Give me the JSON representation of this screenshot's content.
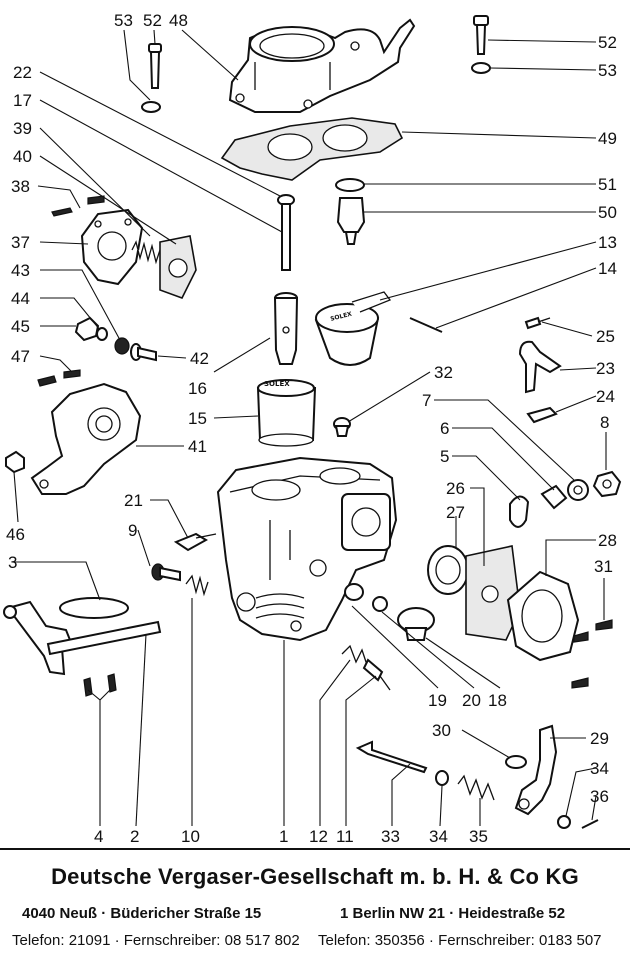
{
  "labels": {
    "l53a": "53",
    "l52a": "52",
    "l48": "48",
    "l52b": "52",
    "l53b": "53",
    "l22": "22",
    "l17": "17",
    "l39": "39",
    "l40": "40",
    "l49": "49",
    "l38": "38",
    "l51": "51",
    "l50": "50",
    "l37": "37",
    "l13": "13",
    "l43": "43",
    "l14": "14",
    "l44": "44",
    "l45": "45",
    "l25": "25",
    "l47": "47",
    "l42": "42",
    "l23": "23",
    "l16": "16",
    "l32": "32",
    "l24": "24",
    "l7": "7",
    "l15": "15",
    "l8": "8",
    "l6": "6",
    "l41": "41",
    "l5": "5",
    "l46": "46",
    "l26": "26",
    "l27": "27",
    "l21": "21",
    "l9": "9",
    "l28": "28",
    "l3": "3",
    "l31": "31",
    "l19": "19",
    "l20": "20",
    "l18": "18",
    "l30": "30",
    "l29": "29",
    "l34a": "34",
    "l36": "36",
    "l4": "4",
    "l2": "2",
    "l10": "10",
    "l1": "1",
    "l12": "12",
    "l11": "11",
    "l33": "33",
    "l34b": "34",
    "l35": "35"
  },
  "stamp": "SOLEX",
  "footer": {
    "company": "Deutsche Vergaser-Gesellschaft m. b. H. & Co KG",
    "address_left": "4040 Neuß · Büdericher Straße 15",
    "address_right": "1 Berlin NW 21 · Heidestraße 52",
    "phone_left": "Telefon: 21091 · Fernschreiber: 08 517 802",
    "phone_right": "Telefon: 350356 · Fernschreiber: 0183 507"
  }
}
